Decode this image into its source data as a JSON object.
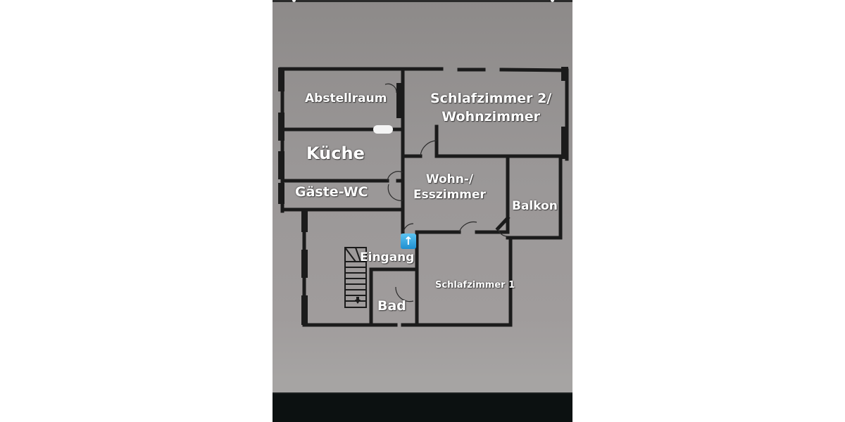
{
  "viewer": {
    "background": "#ffffff",
    "photo_bg": "#9a9797",
    "bottom_band": "#0c1111"
  },
  "floor_plan": {
    "wall_color": "#1b1b1b",
    "rooms": [
      {
        "id": "abstellraum",
        "label": "Abstellraum"
      },
      {
        "id": "schlafzimmer2",
        "label_line1": "Schlafzimmer 2/",
        "label_line2": "Wohnzimmer"
      },
      {
        "id": "kueche",
        "label": "Küche"
      },
      {
        "id": "gaeste_wc",
        "label": "Gäste-WC"
      },
      {
        "id": "wohn_esszimmer",
        "label_line1": "Wohn-/",
        "label_line2": "Esszimmer"
      },
      {
        "id": "balkon",
        "label": "Balkon"
      },
      {
        "id": "eingang",
        "label": "Eingang"
      },
      {
        "id": "schlafzimmer1",
        "label": "Schlafzimmer 1"
      },
      {
        "id": "bad",
        "label": "Bad"
      }
    ],
    "entry_marker": {
      "icon": "up-arrow-icon",
      "glyph": "↑",
      "color": "#1f8fd0"
    }
  }
}
